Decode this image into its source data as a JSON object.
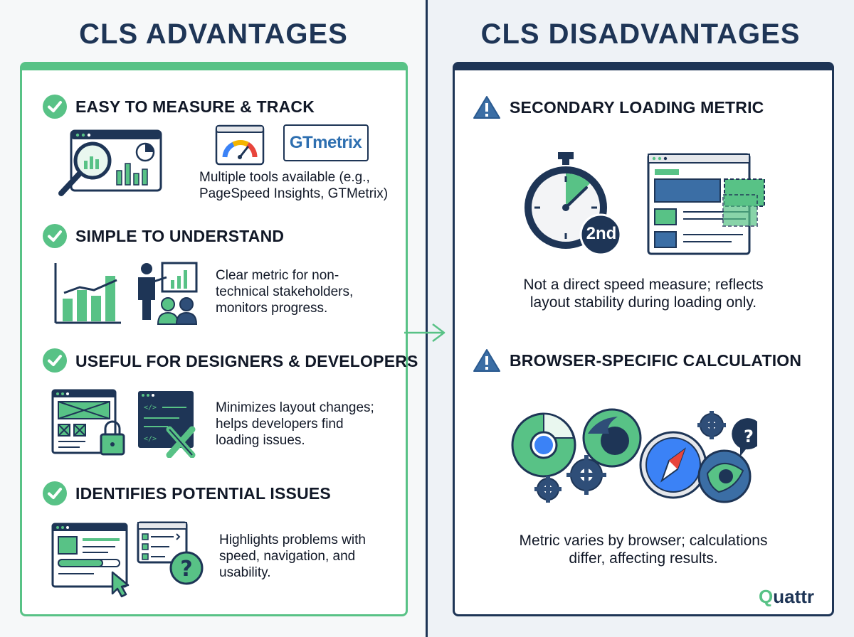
{
  "left": {
    "heading": "CLS ADVANTAGES",
    "sections": [
      {
        "title": "EASY TO MEASURE & TRACK",
        "description": "Multiple tools available (e.g., PageSpeed Insights, GTMetrix)",
        "tool_label": "GTmetrix"
      },
      {
        "title": "SIMPLE TO UNDERSTAND",
        "description": "Clear metric for non-technical stakeholders, monitors progress."
      },
      {
        "title": "USEFUL FOR DESIGNERS & DEVELOPERS",
        "description": "Minimizes layout changes; helps developers find loading issues."
      },
      {
        "title": "IDENTIFIES POTENTIAL ISSUES",
        "description": "Highlights problems with speed, navigation, and usability."
      }
    ]
  },
  "right": {
    "heading": "CLS DISADVANTAGES",
    "sections": [
      {
        "title": "SECONDARY LOADING METRIC",
        "description": "Not a direct speed measure; reflects layout stability during loading only.",
        "badge": "2nd"
      },
      {
        "title": "BROWSER-SPECIFIC CALCULATION",
        "description": "Metric varies by browser; calculations differ, affecting results."
      }
    ]
  },
  "brand": {
    "logo_prefix": "Q",
    "logo_rest": "uattr"
  },
  "colors": {
    "green": "#58c286",
    "navy": "#1e3556",
    "blue": "#3b6ea5"
  }
}
